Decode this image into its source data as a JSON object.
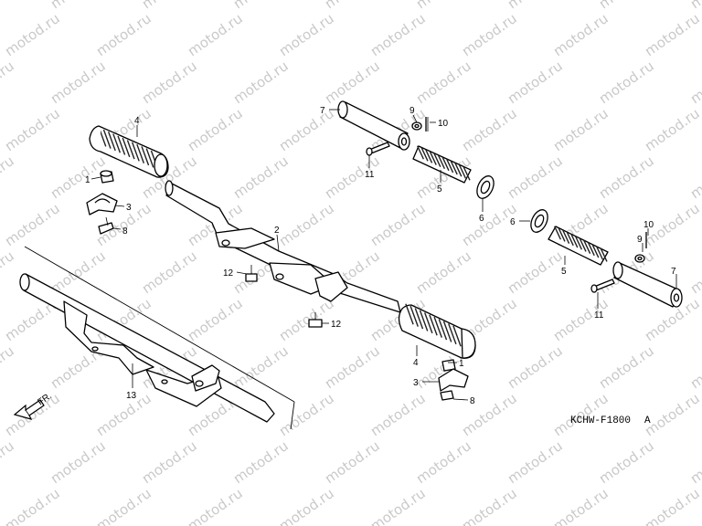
{
  "diagram": {
    "watermark": "motod.ru",
    "reference_code": "KCHW-F1800",
    "reference_suffix": "A",
    "direction_label": "FR.",
    "callouts": [
      {
        "id": "c4a",
        "text": "4"
      },
      {
        "id": "c1a",
        "text": "1"
      },
      {
        "id": "c3a",
        "text": "3"
      },
      {
        "id": "c8a",
        "text": "8"
      },
      {
        "id": "c2",
        "text": "2"
      },
      {
        "id": "c12a",
        "text": "12"
      },
      {
        "id": "c12b",
        "text": "12"
      },
      {
        "id": "c13",
        "text": "13"
      },
      {
        "id": "c7a",
        "text": "7"
      },
      {
        "id": "c9a",
        "text": "9"
      },
      {
        "id": "c10a",
        "text": "10"
      },
      {
        "id": "c11a",
        "text": "11"
      },
      {
        "id": "c5a",
        "text": "5"
      },
      {
        "id": "c6a",
        "text": "6"
      },
      {
        "id": "c4b",
        "text": "4"
      },
      {
        "id": "c1b",
        "text": "1"
      },
      {
        "id": "c3b",
        "text": "3"
      },
      {
        "id": "c8b",
        "text": "8"
      },
      {
        "id": "c6b",
        "text": "6"
      },
      {
        "id": "c10b",
        "text": "10"
      },
      {
        "id": "c9b",
        "text": "9"
      },
      {
        "id": "c5b",
        "text": "5"
      },
      {
        "id": "c7b",
        "text": "7"
      },
      {
        "id": "c11b",
        "text": "11"
      }
    ]
  }
}
